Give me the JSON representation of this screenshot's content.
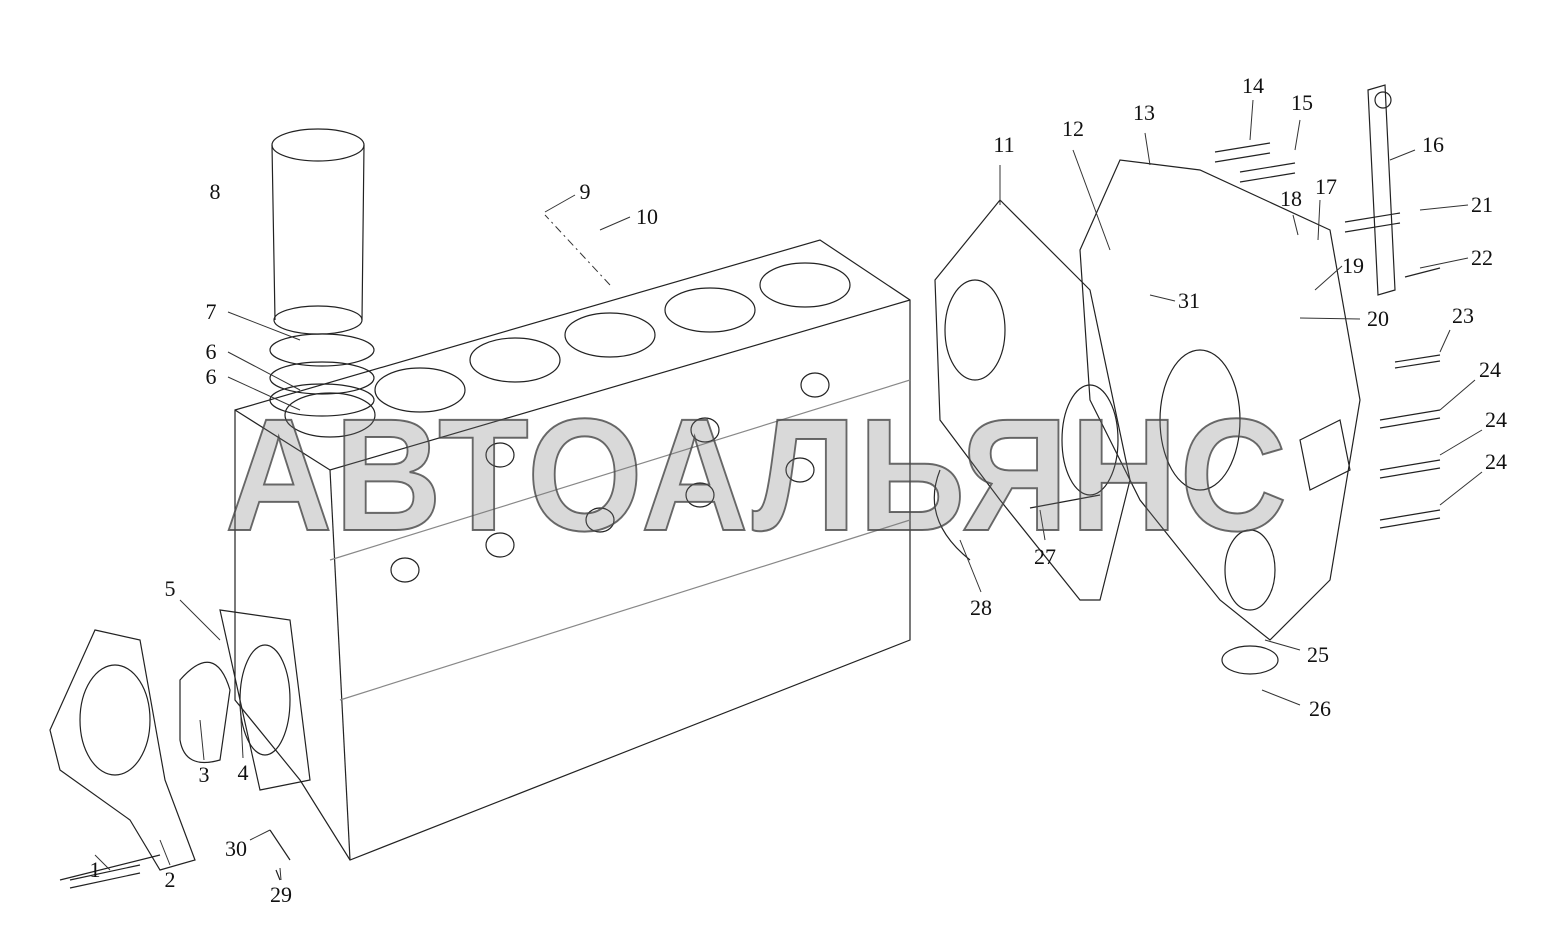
{
  "diagram": {
    "type": "exploded parts diagram",
    "watermark": "АВТОАЛЬЯНС",
    "callouts": [
      "1",
      "2",
      "3",
      "4",
      "5",
      "6",
      "6",
      "7",
      "8",
      "9",
      "10",
      "11",
      "12",
      "13",
      "14",
      "15",
      "16",
      "17",
      "18",
      "19",
      "20",
      "21",
      "22",
      "23",
      "24",
      "24",
      "24",
      "25",
      "26",
      "27",
      "28",
      "29",
      "30",
      "31"
    ]
  }
}
